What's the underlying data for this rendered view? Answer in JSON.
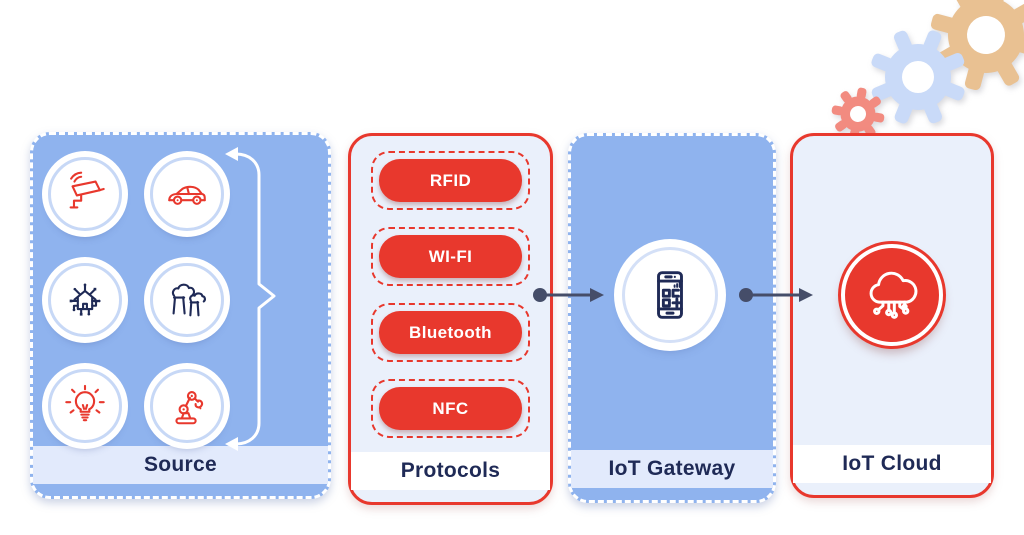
{
  "title": "IoT data flow diagram",
  "panels": {
    "source": {
      "label": "Source",
      "icons": [
        "cctv-camera",
        "car",
        "smart-home",
        "factory-emissions",
        "light-bulb",
        "robot-arm"
      ]
    },
    "protocols": {
      "label": "Protocols",
      "pills": [
        "RFID",
        "WI-FI",
        "Bluetooth",
        "NFC"
      ]
    },
    "gateway": {
      "label": "IoT Gateway",
      "icon": "smartphone-qr"
    },
    "cloud": {
      "label": "IoT Cloud",
      "icon": "cloud-circuit"
    }
  },
  "decorations": {
    "gears": [
      "tan-gear",
      "blue-gear",
      "red-gear"
    ]
  },
  "colors": {
    "panel_blue": "#8FB3EE",
    "panel_light": "#EAF0FB",
    "accent_red": "#E8382D",
    "navy_text": "#1F2A56",
    "arrow": "#454D69",
    "label_band_on_blue": "#E2EAFC",
    "label_band_on_light": "#FFFFFF",
    "circle_ring": "#C7D8F6",
    "gear_tan": "#E9C192",
    "gear_blue": "#C9DAF8",
    "gear_red": "#F28B80"
  }
}
